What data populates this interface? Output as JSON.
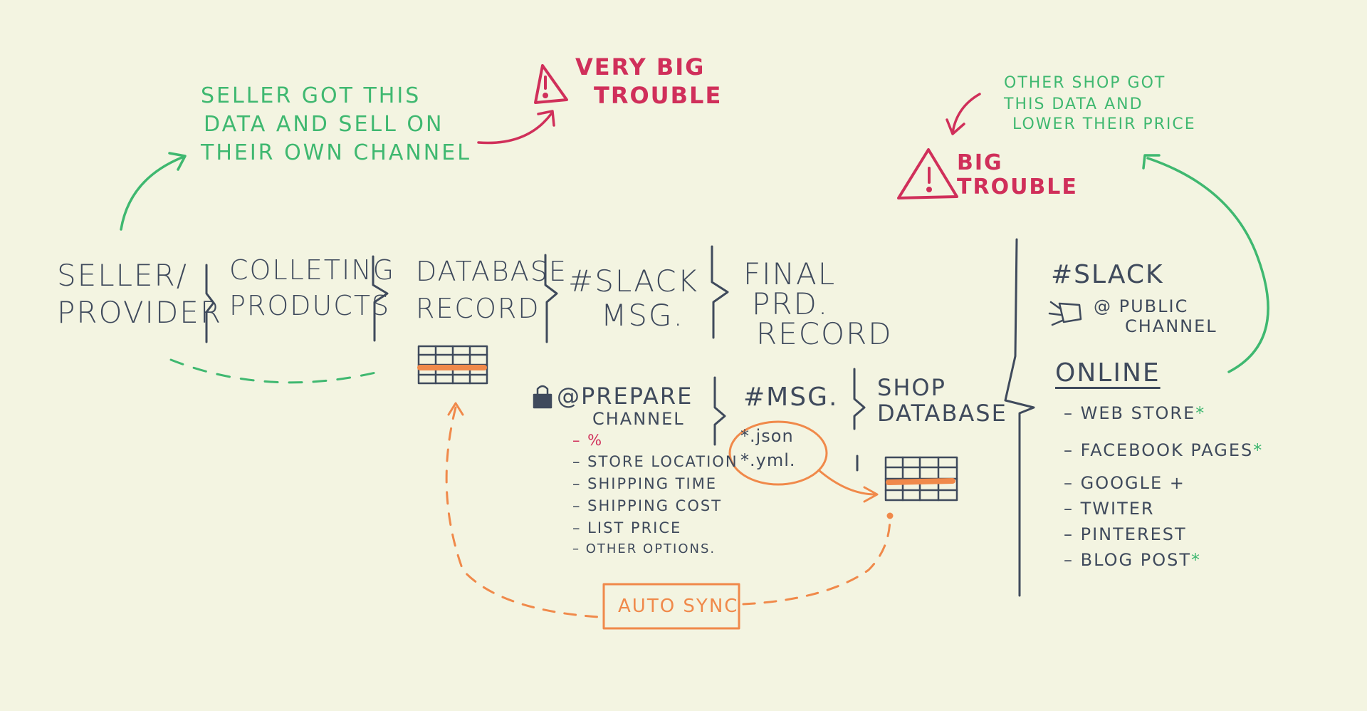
{
  "stages": {
    "seller": [
      "SELLER/",
      "PROVIDER"
    ],
    "collecting": [
      "COLLETING",
      "PRODUCTS"
    ],
    "database": [
      "DATABASE",
      "RECORD"
    ],
    "slack_msg": [
      "#SLACK",
      "MSG."
    ],
    "final": [
      "FINAL",
      "PRD.",
      "RECORD"
    ]
  },
  "prepare": {
    "title": [
      "@PREPARE",
      "CHANNEL"
    ],
    "items": [
      "– %",
      "– STORE LOCATION",
      "– SHIPPING TIME",
      "– SHIPPING COST",
      "– LIST PRICE",
      "– OTHER OPTIONS."
    ]
  },
  "msg": {
    "label": "#MSG.",
    "formats": [
      "*.json",
      "*.yml."
    ]
  },
  "shop_db": [
    "SHOP",
    "DATABASE"
  ],
  "auto_sync": "AUTO SYNC",
  "slack_public": {
    "title": "#SLACK",
    "channel": [
      "@ PUBLIC",
      "CHANNEL"
    ]
  },
  "online": {
    "title": "ONLINE",
    "items": [
      {
        "label": "– WEB STORE",
        "star": "*"
      },
      {
        "label": "– FACEBOOK PAGES",
        "star": "*"
      },
      {
        "label": "– GOOGLE +",
        "star": ""
      },
      {
        "label": "– TWITER",
        "star": ""
      },
      {
        "label": "– PINTEREST",
        "star": ""
      },
      {
        "label": "– BLOG POST",
        "star": "*"
      }
    ]
  },
  "notes": {
    "seller_note": [
      "SELLER GOT THIS",
      "DATA AND SELL ON",
      "THEIR OWN CHANNEL"
    ],
    "very_big_trouble": [
      "VERY BIG",
      "TROUBLE"
    ],
    "other_shop_note": [
      "OTHER SHOP GOT",
      "THIS DATA AND",
      "LOWER THEIR PRICE"
    ],
    "big_trouble": [
      "BIG",
      "TROUBLE"
    ]
  },
  "colors": {
    "ink": "#3f4a5c",
    "green": "#3fb870",
    "red": "#d02f5a",
    "orange": "#f0894a",
    "background": "#f3f4e1"
  }
}
